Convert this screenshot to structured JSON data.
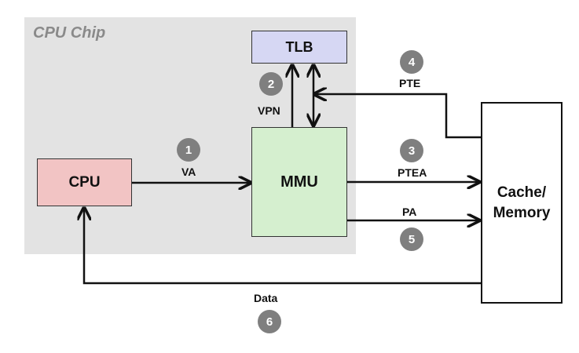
{
  "chip": {
    "label": "CPU Chip"
  },
  "boxes": {
    "cpu": "CPU",
    "tlb": "TLB",
    "mmu": "MMU",
    "memory": "Cache/\nMemory"
  },
  "labels": {
    "va": "VA",
    "vpn": "VPN",
    "pte": "PTE",
    "ptea": "PTEA",
    "pa": "PA",
    "data": "Data"
  },
  "steps": [
    "1",
    "2",
    "3",
    "4",
    "5",
    "6"
  ],
  "colors": {
    "chip_bg": "#e3e3e3",
    "cpu": "#f2c4c4",
    "tlb": "#d6d7f3",
    "mmu": "#d5efcf",
    "badge": "#7f7f7f"
  }
}
